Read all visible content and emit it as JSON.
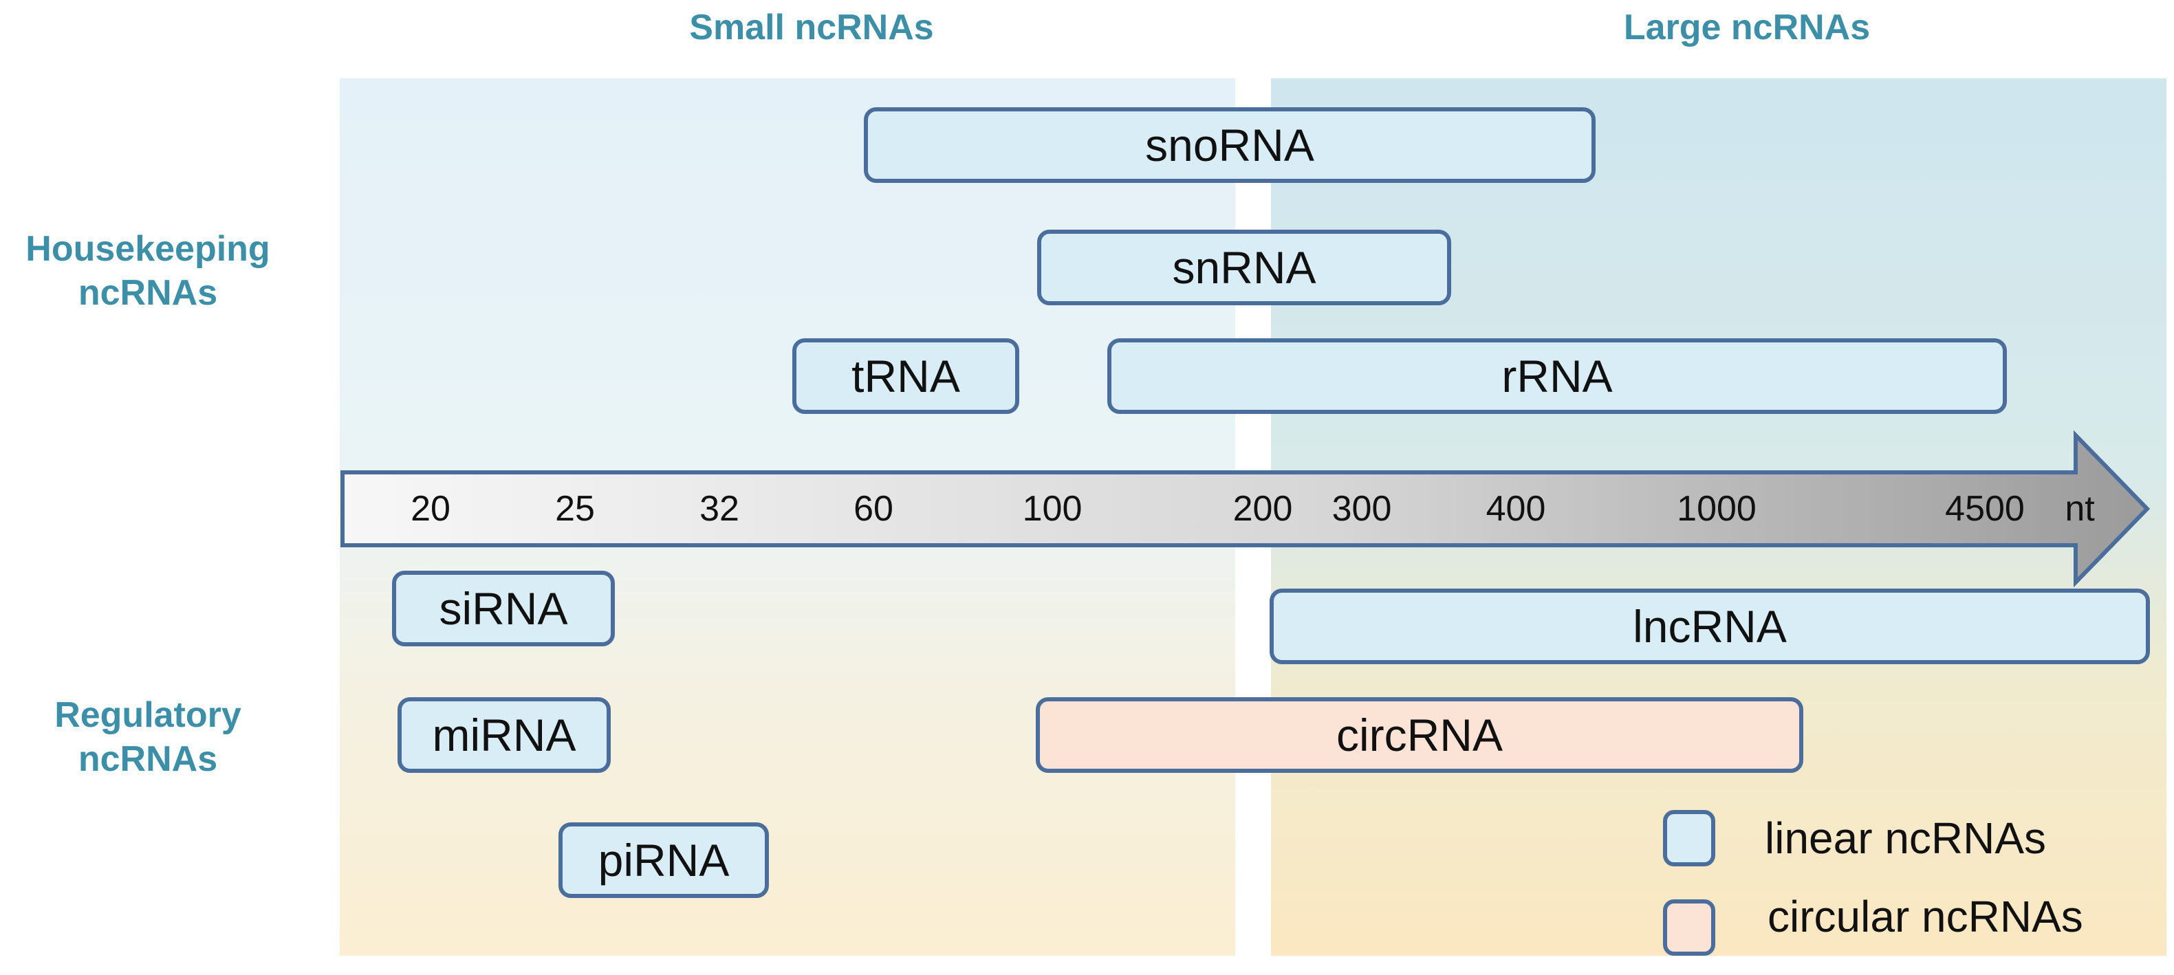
{
  "headers": {
    "small": "Small ncRNAs",
    "large": "Large ncRNAs"
  },
  "row_titles": {
    "housekeeping": [
      "Housekeeping",
      "ncRNAs"
    ],
    "regulatory": [
      "Regulatory",
      "ncRNAs"
    ]
  },
  "axis": {
    "ticks": [
      "20",
      "25",
      "32",
      "60",
      "100",
      "200",
      "300",
      "400",
      "1000",
      "4500"
    ],
    "unit": "nt"
  },
  "housekeeping_rnas": {
    "snorna": "snoRNA",
    "snrna": "snRNA",
    "trna": "tRNA",
    "rrna": "rRNA"
  },
  "regulatory_rnas": {
    "sirna": "siRNA",
    "mirna": "miRNA",
    "pirna": "piRNA",
    "lncrna": "lncRNA",
    "circrna": "circRNA"
  },
  "legend": {
    "linear": "linear ncRNAs",
    "circular": "circular ncRNAs"
  },
  "colors": {
    "title_teal": "#3d8fa8",
    "box_border": "#4a6d9c",
    "linear_fill": "#d9edf6",
    "circular_fill": "#fbe3d6"
  }
}
